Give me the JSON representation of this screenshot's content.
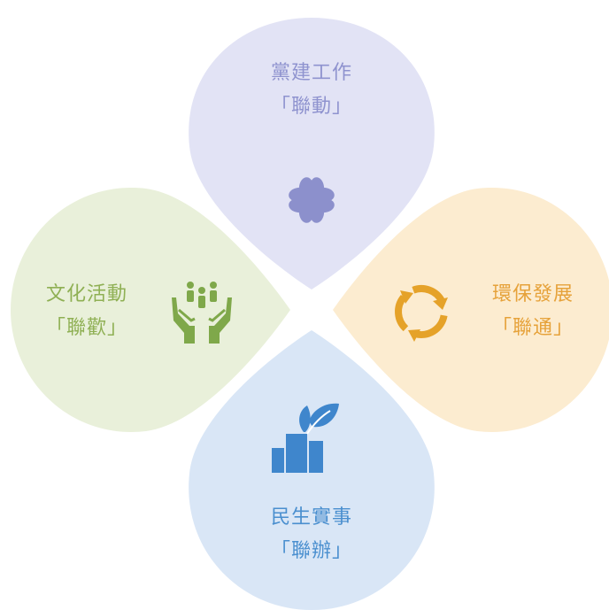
{
  "petals": {
    "top": {
      "title": "黨建工作",
      "subtitle": "「聯動」",
      "icon": "four-leaf-clover-icon",
      "fill": "#e2e3f5",
      "text_color": "#8f93cf",
      "icon_color": "#8c90cc"
    },
    "left": {
      "title": "文化活動",
      "subtitle": "「聯歡」",
      "icon": "hands-holding-people-icon",
      "fill": "#e9f0da",
      "text_color": "#8fb054",
      "icon_color": "#7fa84a"
    },
    "right": {
      "title": "環保發展",
      "subtitle": "「聯通」",
      "icon": "recycle-arrows-icon",
      "fill": "#fcecd0",
      "text_color": "#e6a23a",
      "icon_color": "#e5a229"
    },
    "bottom": {
      "title": "民生實事",
      "subtitle": "「聯辦」",
      "icon": "green-building-icon",
      "fill": "#d9e6f6",
      "text_color": "#4a8fcf",
      "icon_color": "#3f86cc"
    }
  }
}
